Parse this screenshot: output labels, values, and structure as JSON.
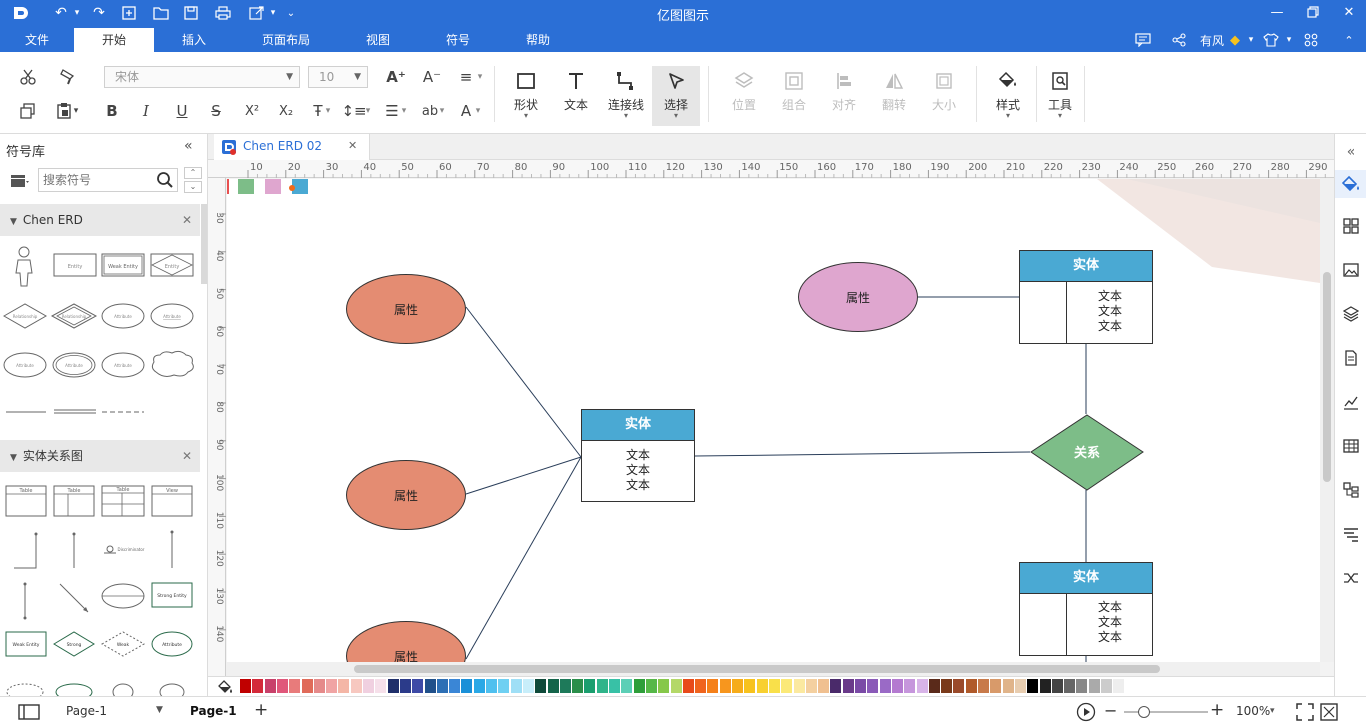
{
  "app": {
    "title": "亿图图示",
    "menu_tabs": [
      "文件",
      "开始",
      "插入",
      "页面布局",
      "视图",
      "符号",
      "帮助"
    ],
    "active_tab": "开始",
    "user_name": "有风",
    "quick_access": [
      "logo",
      "undo",
      "redo",
      "new",
      "open",
      "save",
      "print",
      "export",
      "more"
    ]
  },
  "ribbon": {
    "font_family": "宋体",
    "font_size": "10",
    "big_buttons": [
      {
        "label": "形状",
        "icon": "rect-icon",
        "enabled": true
      },
      {
        "label": "文本",
        "icon": "text-icon",
        "enabled": true
      },
      {
        "label": "连接线",
        "icon": "connector-icon",
        "enabled": true
      },
      {
        "label": "选择",
        "icon": "pointer-icon",
        "enabled": true,
        "active": true
      },
      {
        "label": "位置",
        "icon": "layers-icon",
        "enabled": false
      },
      {
        "label": "组合",
        "icon": "group-icon",
        "enabled": false
      },
      {
        "label": "对齐",
        "icon": "align-icon",
        "enabled": false
      },
      {
        "label": "翻转",
        "icon": "flip-icon",
        "enabled": false
      },
      {
        "label": "大小",
        "icon": "size-icon",
        "enabled": false
      },
      {
        "label": "样式",
        "icon": "fill-icon",
        "enabled": true
      },
      {
        "label": "工具",
        "icon": "tools-icon",
        "enabled": true
      }
    ]
  },
  "library": {
    "title": "符号库",
    "search_placeholder": "搜索符号",
    "sections": [
      {
        "name": "Chen ERD",
        "shapes": [
          "Entity",
          "Weak Entity",
          "Entity",
          "Relationship",
          "Relationship",
          "Attribute",
          "Attribute",
          "Attribute",
          "Attribute",
          "Attribute"
        ]
      },
      {
        "name": "实体关系图",
        "shapes": [
          "Table",
          "Table",
          "Table",
          "View",
          "Discriminator",
          "Strong Entity",
          "Weak Entity",
          "Strong",
          "Weak",
          "Attribute"
        ]
      }
    ]
  },
  "document": {
    "tab_name": "Chen ERD 02",
    "ruler_h": [
      "10",
      "20",
      "30",
      "40",
      "50",
      "60",
      "70",
      "80",
      "90",
      "100",
      "110",
      "120",
      "130",
      "140",
      "150",
      "160",
      "170",
      "180",
      "190",
      "200",
      "210",
      "220",
      "230",
      "240",
      "250",
      "260",
      "270",
      "280",
      "290"
    ],
    "ruler_v": [
      "30",
      "40",
      "50",
      "60",
      "70",
      "80",
      "90",
      "100",
      "110",
      "120",
      "130",
      "140"
    ]
  },
  "diagram": {
    "attributes": [
      {
        "label": "属性",
        "color": "#e48c72"
      },
      {
        "label": "属性",
        "color": "#e48c72"
      },
      {
        "label": "属性",
        "color": "#e48c72"
      },
      {
        "label": "属性",
        "color": "#dfa6cf"
      }
    ],
    "entities": [
      {
        "title": "实体",
        "lines": [
          "文本",
          "文本",
          "文本"
        ]
      },
      {
        "title": "实体",
        "lines": [
          "文本",
          "文本",
          "文本"
        ]
      },
      {
        "title": "实体",
        "lines": [
          "文本",
          "文本",
          "文本"
        ]
      }
    ],
    "relationship": {
      "label": "关系",
      "color": "#7dbd88"
    },
    "swatches": [
      "#7dbd88",
      "#dfa6cf",
      "#4aa9d3"
    ],
    "accent": "#2b6fd6"
  },
  "palette": [
    "#c00000",
    "#d42a3a",
    "#c8416a",
    "#e0577a",
    "#e87b7b",
    "#e06b5a",
    "#e58a8a",
    "#f0a4a4",
    "#f4b6a6",
    "#f7c8c0",
    "#f0d0e0",
    "#f6e0ea",
    "#1f2f6a",
    "#2b3b8a",
    "#3d4aa6",
    "#20508a",
    "#2d6fb5",
    "#3a86d6",
    "#1a90d8",
    "#2aa8e6",
    "#4fc0ef",
    "#6fd0f2",
    "#9fdff6",
    "#c8eefa",
    "#0f4a3a",
    "#14644a",
    "#1e7a5a",
    "#2a8e4a",
    "#1a9e6e",
    "#2fb48a",
    "#38c1a6",
    "#5ccfb6",
    "#2e9e3a",
    "#56b848",
    "#86c84a",
    "#b4d868",
    "#e84a1a",
    "#f0641e",
    "#f5801a",
    "#f7961e",
    "#f6ac1a",
    "#f7c21e",
    "#f8d030",
    "#f9e04a",
    "#fbe978",
    "#fbe9a0",
    "#f4d0a0",
    "#f0c090",
    "#4a2a6a",
    "#6a3a8a",
    "#7a4aa6",
    "#8a5ab8",
    "#9a6ac6",
    "#b47ad0",
    "#c696dc",
    "#d8b4e8",
    "#5a2a1a",
    "#7a3a1a",
    "#9a4a2a",
    "#b05a2a",
    "#c87a4a",
    "#d89a6a",
    "#e0b48a",
    "#e8cdb0",
    "#000000",
    "#222222",
    "#444444",
    "#666666",
    "#888888",
    "#aaaaaa",
    "#cccccc",
    "#eeeeee"
  ],
  "status": {
    "page_select": "Page-1",
    "page_tab": "Page-1",
    "zoom": "100%"
  }
}
